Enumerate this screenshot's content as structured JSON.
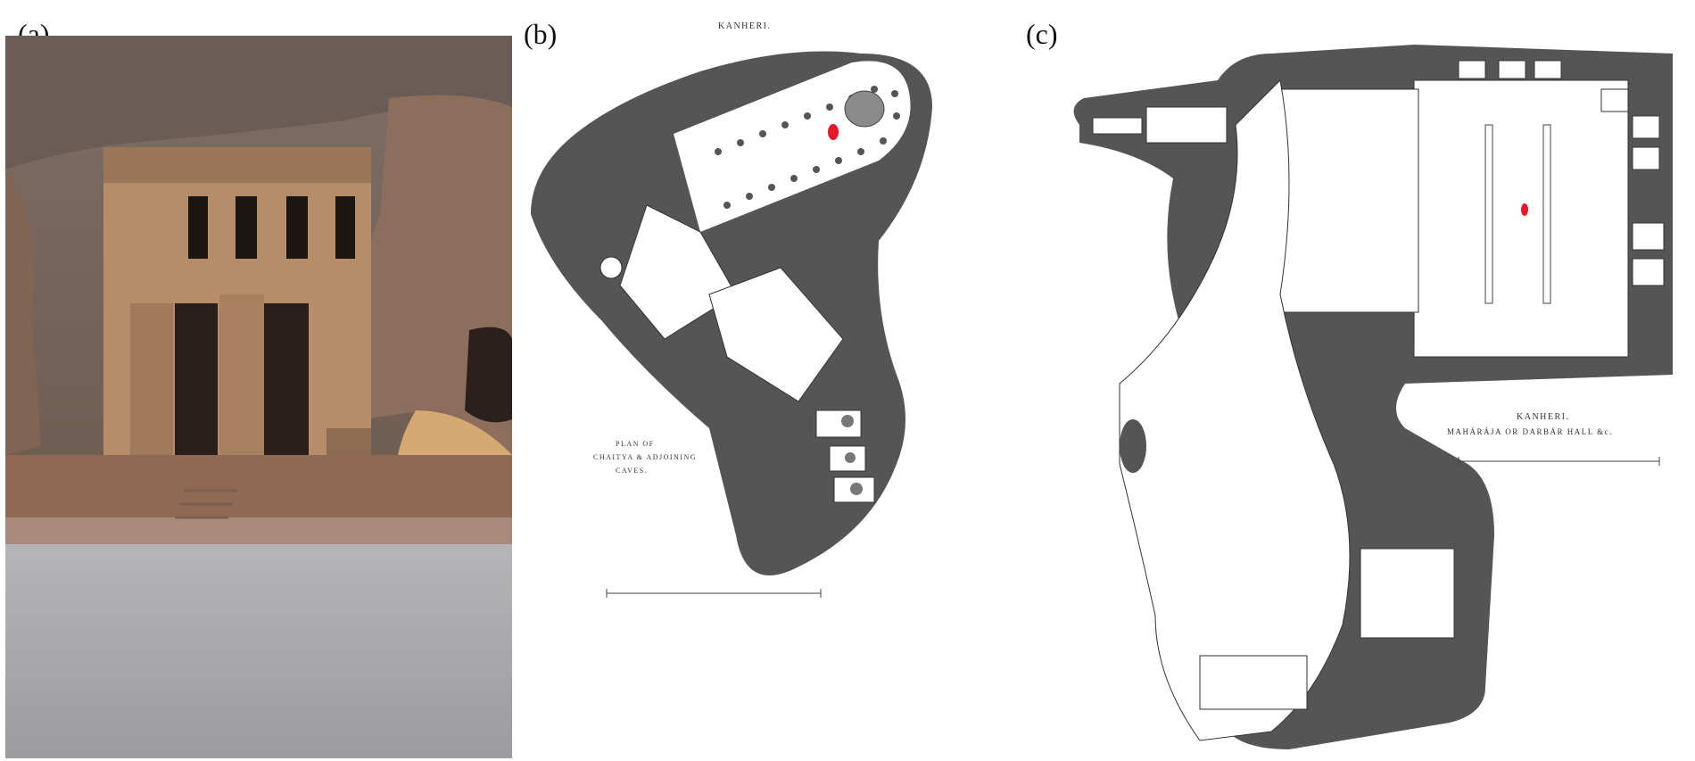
{
  "figure": {
    "panels": [
      {
        "label": "(a)"
      },
      {
        "label": "(b)",
        "title": "KANHERI.",
        "caption_lines": [
          "PLAN OF",
          "CHAITYA & ADJOINING",
          "CAVES."
        ]
      },
      {
        "label": "(c)",
        "title": "KANHERI.",
        "subtitle": "MAHÁRÁJA OR DARBÁR HALL &c."
      }
    ]
  },
  "colors": {
    "rock_dark": "#555555",
    "paper": "#ffffff",
    "marker_red": "#e8182a",
    "sandstone": "#b08b66",
    "courtyard": "#a7a7a8"
  }
}
